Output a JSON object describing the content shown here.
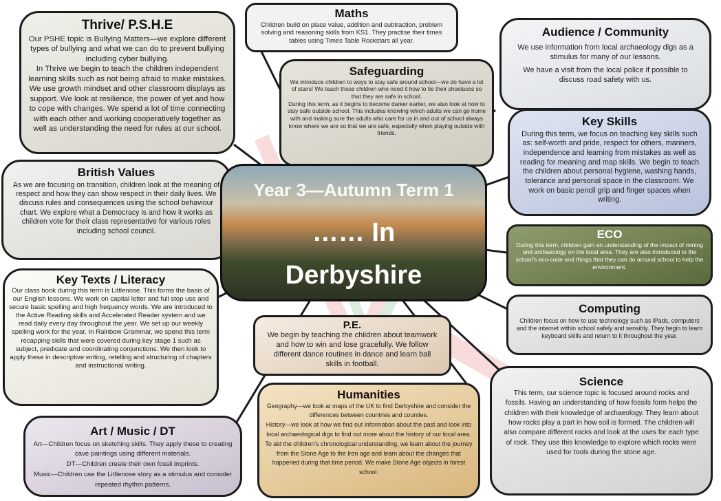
{
  "center": {
    "line1": "Year 3—Autumn Term 1",
    "line2": "…… In",
    "line3": "Derbyshire"
  },
  "thrive": {
    "title": "Thrive/ P.S.H.E",
    "text": "Our PSHE topic is Bullying Matters—we explore different types of bullying and what we can do to prevent bullying including cyber bullying.\nIn Thrive we begin to teach the children independent learning skills such as not being afraid to make mistakes. We use growth mindset and other classroom displays as support. We look at resilience, the power of yet and how to cope with changes. We spend a lot of time connecting with each other and working cooperatively together as well as understanding the need for rules at our school."
  },
  "maths": {
    "title": "Maths",
    "text": "Children build on place value, addition and subtraction, problem solving and reasoning skills from KS1. They practise their times tables using Times Table Rockstars all year."
  },
  "safeguarding": {
    "title": "Safeguarding",
    "text": "We introduce children to ways to stay safe around school—we do have a lot of stairs! We teach those children who need it how to tie their shoelaces so that they are safe in school.\nDuring this term, as it begins to become darker earlier, we also look at how to stay safe outside school. This includes knowing which adults we can go home with and making sure the adults who care for us in and out of school always know where we are so that we are safe, especially when playing outside with friends."
  },
  "audience": {
    "title": "Audience / Community",
    "text1": "We use information from local archaeology digs as a stimulus for many of our lessons.",
    "text2": "We have a visit from the local police if possible to discuss road safety with us."
  },
  "keyskills": {
    "title": "Key Skills",
    "text": "During this term, we focus on teaching key skills such as: self-worth and pride, respect for others, manners, independence and learning from mistakes as well as reading for meaning and map skills. We begin to teach the children about personal hygiene, washing hands, tolerance and personal space in the classroom. We work on basic pencil grip and finger spaces when writing."
  },
  "british": {
    "title": "British Values",
    "text": "As we are focusing on transition, children look at the meaning of respect and how they can show respect in their daily lives. We discuss rules and consequences using the school behaviour chart. We explore what a Democracy is and how it works as children vote for their class representative for various roles including school council."
  },
  "eco": {
    "title": "ECO",
    "text": "During this term, children gain an understanding of the impact of mining and archaeology on the local area. They are also introduced to the school's eco-code and things that they can do around school to help the environment."
  },
  "keytexts": {
    "title": "Key Texts / Literacy",
    "text": "Our class book during this term is Littlenose. This forms the basis of our English lessons. We work on capital letter and full stop use and secure basic spelling and high frequency words. We are introduced to the Active Reading skills and Accelerated Reader system and we read daily every day throughout the year. We set up our weekly spelling work for the year. In Rainbow Grammar, we spend this term recapping skills that were covered during key stage 1 such as subject, predicate and coordinating conjunctions. We then look to apply these in descriptive writing, retelling and structuring of chapters and instructional writing."
  },
  "computing": {
    "title": "Computing",
    "text": "Children focus on how to use technology such as iPads, computers and the internet within school safely and sensibly. They begin to learn keyboard skills and return to it throughout the year."
  },
  "pe": {
    "title": "P.E.",
    "text": "We begin by teaching the children about teamwork and how to win and lose gracefully. We follow different dance routines in dance and learn ball skills in football."
  },
  "science": {
    "title": "Science",
    "text": "This term, our science topic is focused around rocks and fossils. Having an understanding of how fossils form helps the children with their knowledge of archaeology. They learn about how rocks play a part in how soil is formed. The children will also compare different rocks and look at the uses for each type of rock. They use this knowledge to explore which rocks were used for tools during the stone age."
  },
  "humanities": {
    "title": "Humanities",
    "text": "Geography—we look at maps of the UK to find Derbyshire and consider the differences between countries and counties.\nHistory—we look at how we find out information about the past and look into local archaeological digs to find out more about the history of our local area. To aid the children's chronological understanding, we learn about the journey from the Stone Age to the Iron age and learn about the changes that happened during that time period. We make Stone Age objects in forest school."
  },
  "art": {
    "title": "Art / Music / DT",
    "text": "Art—Children focus on sketching skills. They apply these to creating cave paintings using different materials.\nDT—Children create their own fossil imprints.\nMusic—Children use the Littlenose story as a stimulus and consider repeated rhythm patterns."
  }
}
